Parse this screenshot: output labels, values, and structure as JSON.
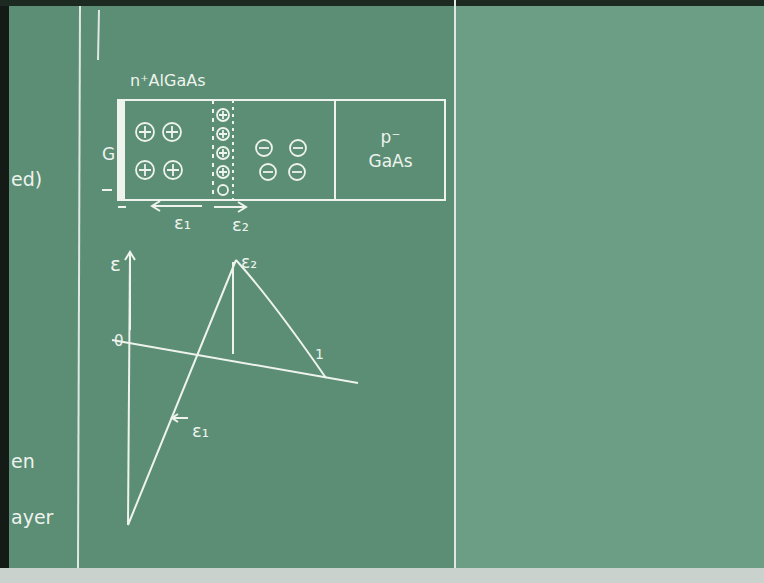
{
  "diagram": {
    "nodes": [
      {
        "text": [
          "n⁺AlGaAs"
        ]
      },
      {
        "text": [
          "p⁻ GaAs"
        ]
      }
    ],
    "labels": [
      "G",
      "ε₁",
      "ε₂",
      "ε",
      "0",
      "ε₂",
      "ε₁",
      "1",
      "ed)",
      "en",
      "ayer"
    ]
  }
}
